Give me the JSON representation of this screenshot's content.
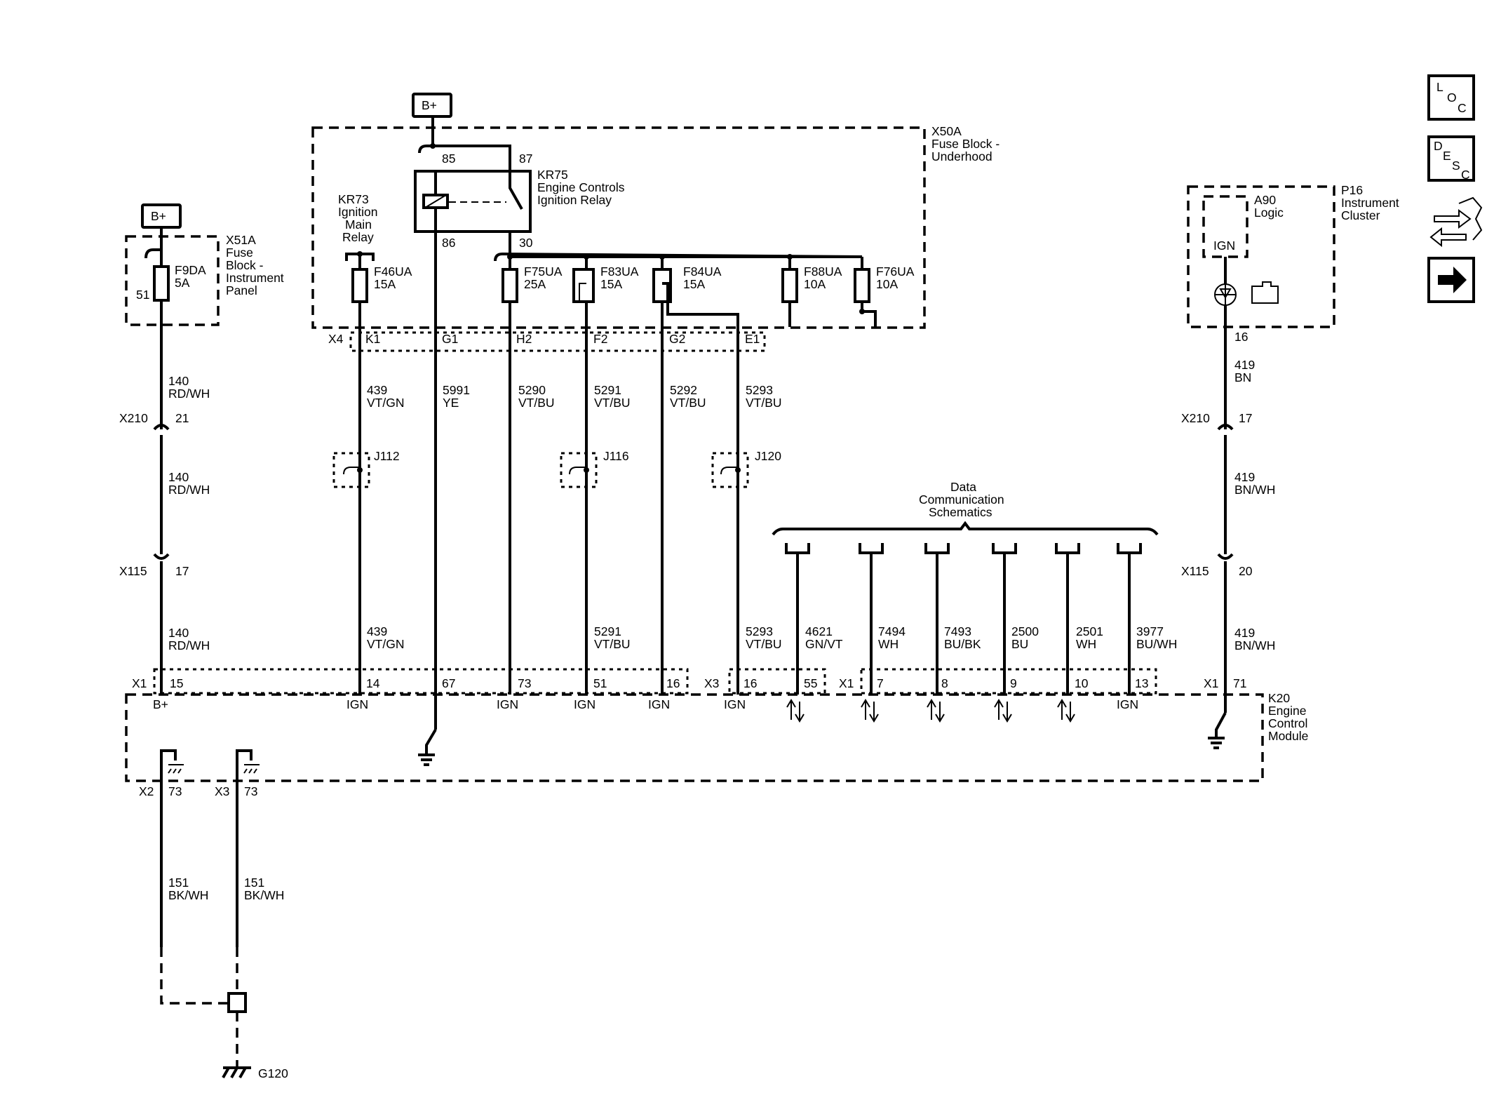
{
  "battery": {
    "label": "B+"
  },
  "nav_icons": {
    "loc": [
      "L",
      "O",
      "C"
    ],
    "desc": [
      "D",
      "E",
      "S",
      "C"
    ]
  },
  "x51a": {
    "id": "X51A",
    "name": [
      "Fuse",
      "Block -",
      "Instrument",
      "Panel"
    ],
    "fuse": "F9DA",
    "rating": "5A",
    "pin": "51"
  },
  "x50a": {
    "id": "X50A",
    "name": [
      "Fuse Block -",
      "Underhood"
    ]
  },
  "kr75": {
    "id": "KR75",
    "name": [
      "Engine Controls",
      "Ignition Relay"
    ],
    "pins": [
      "85",
      "87",
      "86",
      "30"
    ]
  },
  "kr73": {
    "name": [
      "KR73",
      "Ignition",
      "Main",
      "Relay"
    ]
  },
  "fuses": [
    {
      "id": "F46UA",
      "rating": "15A"
    },
    {
      "id": "F75UA",
      "rating": "25A"
    },
    {
      "id": "F83UA",
      "rating": "15A"
    },
    {
      "id": "F84UA",
      "rating": "15A"
    },
    {
      "id": "F88UA",
      "rating": "10A"
    },
    {
      "id": "F76UA",
      "rating": "10A"
    }
  ],
  "x4": {
    "id": "X4",
    "pins": [
      "K1",
      "G1",
      "H2",
      "F2",
      "G2",
      "E1"
    ]
  },
  "upper_wires": [
    {
      "circuit": "140",
      "color": "RD/WH"
    },
    {
      "circuit": "439",
      "color": "VT/GN"
    },
    {
      "circuit": "5991",
      "color": "YE"
    },
    {
      "circuit": "5290",
      "color": "VT/BU"
    },
    {
      "circuit": "5291",
      "color": "VT/BU"
    },
    {
      "circuit": "5292",
      "color": "VT/BU"
    },
    {
      "circuit": "5293",
      "color": "VT/BU"
    },
    {
      "circuit": "419",
      "color": "BN"
    }
  ],
  "mid_wires": [
    {
      "circuit": "140",
      "color": "RD/WH"
    },
    {
      "circuit": "419",
      "color": "BN/WH"
    }
  ],
  "lower_wires": [
    {
      "circuit": "140",
      "color": "RD/WH"
    },
    {
      "circuit": "439",
      "color": "VT/GN"
    },
    {
      "circuit": "5291",
      "color": "VT/BU"
    },
    {
      "circuit": "5293",
      "color": "VT/BU"
    },
    {
      "circuit": "4621",
      "color": "GN/VT"
    },
    {
      "circuit": "7494",
      "color": "WH"
    },
    {
      "circuit": "7493",
      "color": "BU/BK"
    },
    {
      "circuit": "2500",
      "color": "BU"
    },
    {
      "circuit": "2501",
      "color": "WH"
    },
    {
      "circuit": "3977",
      "color": "BU/WH"
    },
    {
      "circuit": "419",
      "color": "BN/WH"
    }
  ],
  "ground_wires": [
    {
      "circuit": "151",
      "color": "BK/WH"
    },
    {
      "circuit": "151",
      "color": "BK/WH"
    }
  ],
  "connectors": {
    "x210": {
      "id": "X210",
      "left_pin": "21",
      "right_pin": "17"
    },
    "x115": {
      "id": "X115",
      "left_pin": "17",
      "right_pin": "20"
    }
  },
  "splices": [
    "J112",
    "J116",
    "J120"
  ],
  "data_comm": {
    "label": [
      "Data",
      "Communication",
      "Schematics"
    ]
  },
  "p16": {
    "id": "P16",
    "name": [
      "Instrument",
      "Cluster"
    ],
    "a90": "A90",
    "logic": "Logic",
    "ign": "IGN",
    "pin": "16"
  },
  "k20": {
    "id": "K20",
    "name": [
      "Engine",
      "Control",
      "Module"
    ],
    "x1": "X1",
    "x3": "X3",
    "pins_left": [
      "15",
      "14",
      "67",
      "73",
      "51",
      "16"
    ],
    "pins_x3": [
      "16",
      "55"
    ],
    "pins_x1b": [
      "7",
      "8",
      "9",
      "10",
      "13"
    ],
    "pin_right": "71",
    "bplus": "B+",
    "ign": "IGN",
    "x2": "X2",
    "x2_pin": "73",
    "x3_pin": "73"
  },
  "ground": {
    "id": "G120"
  }
}
